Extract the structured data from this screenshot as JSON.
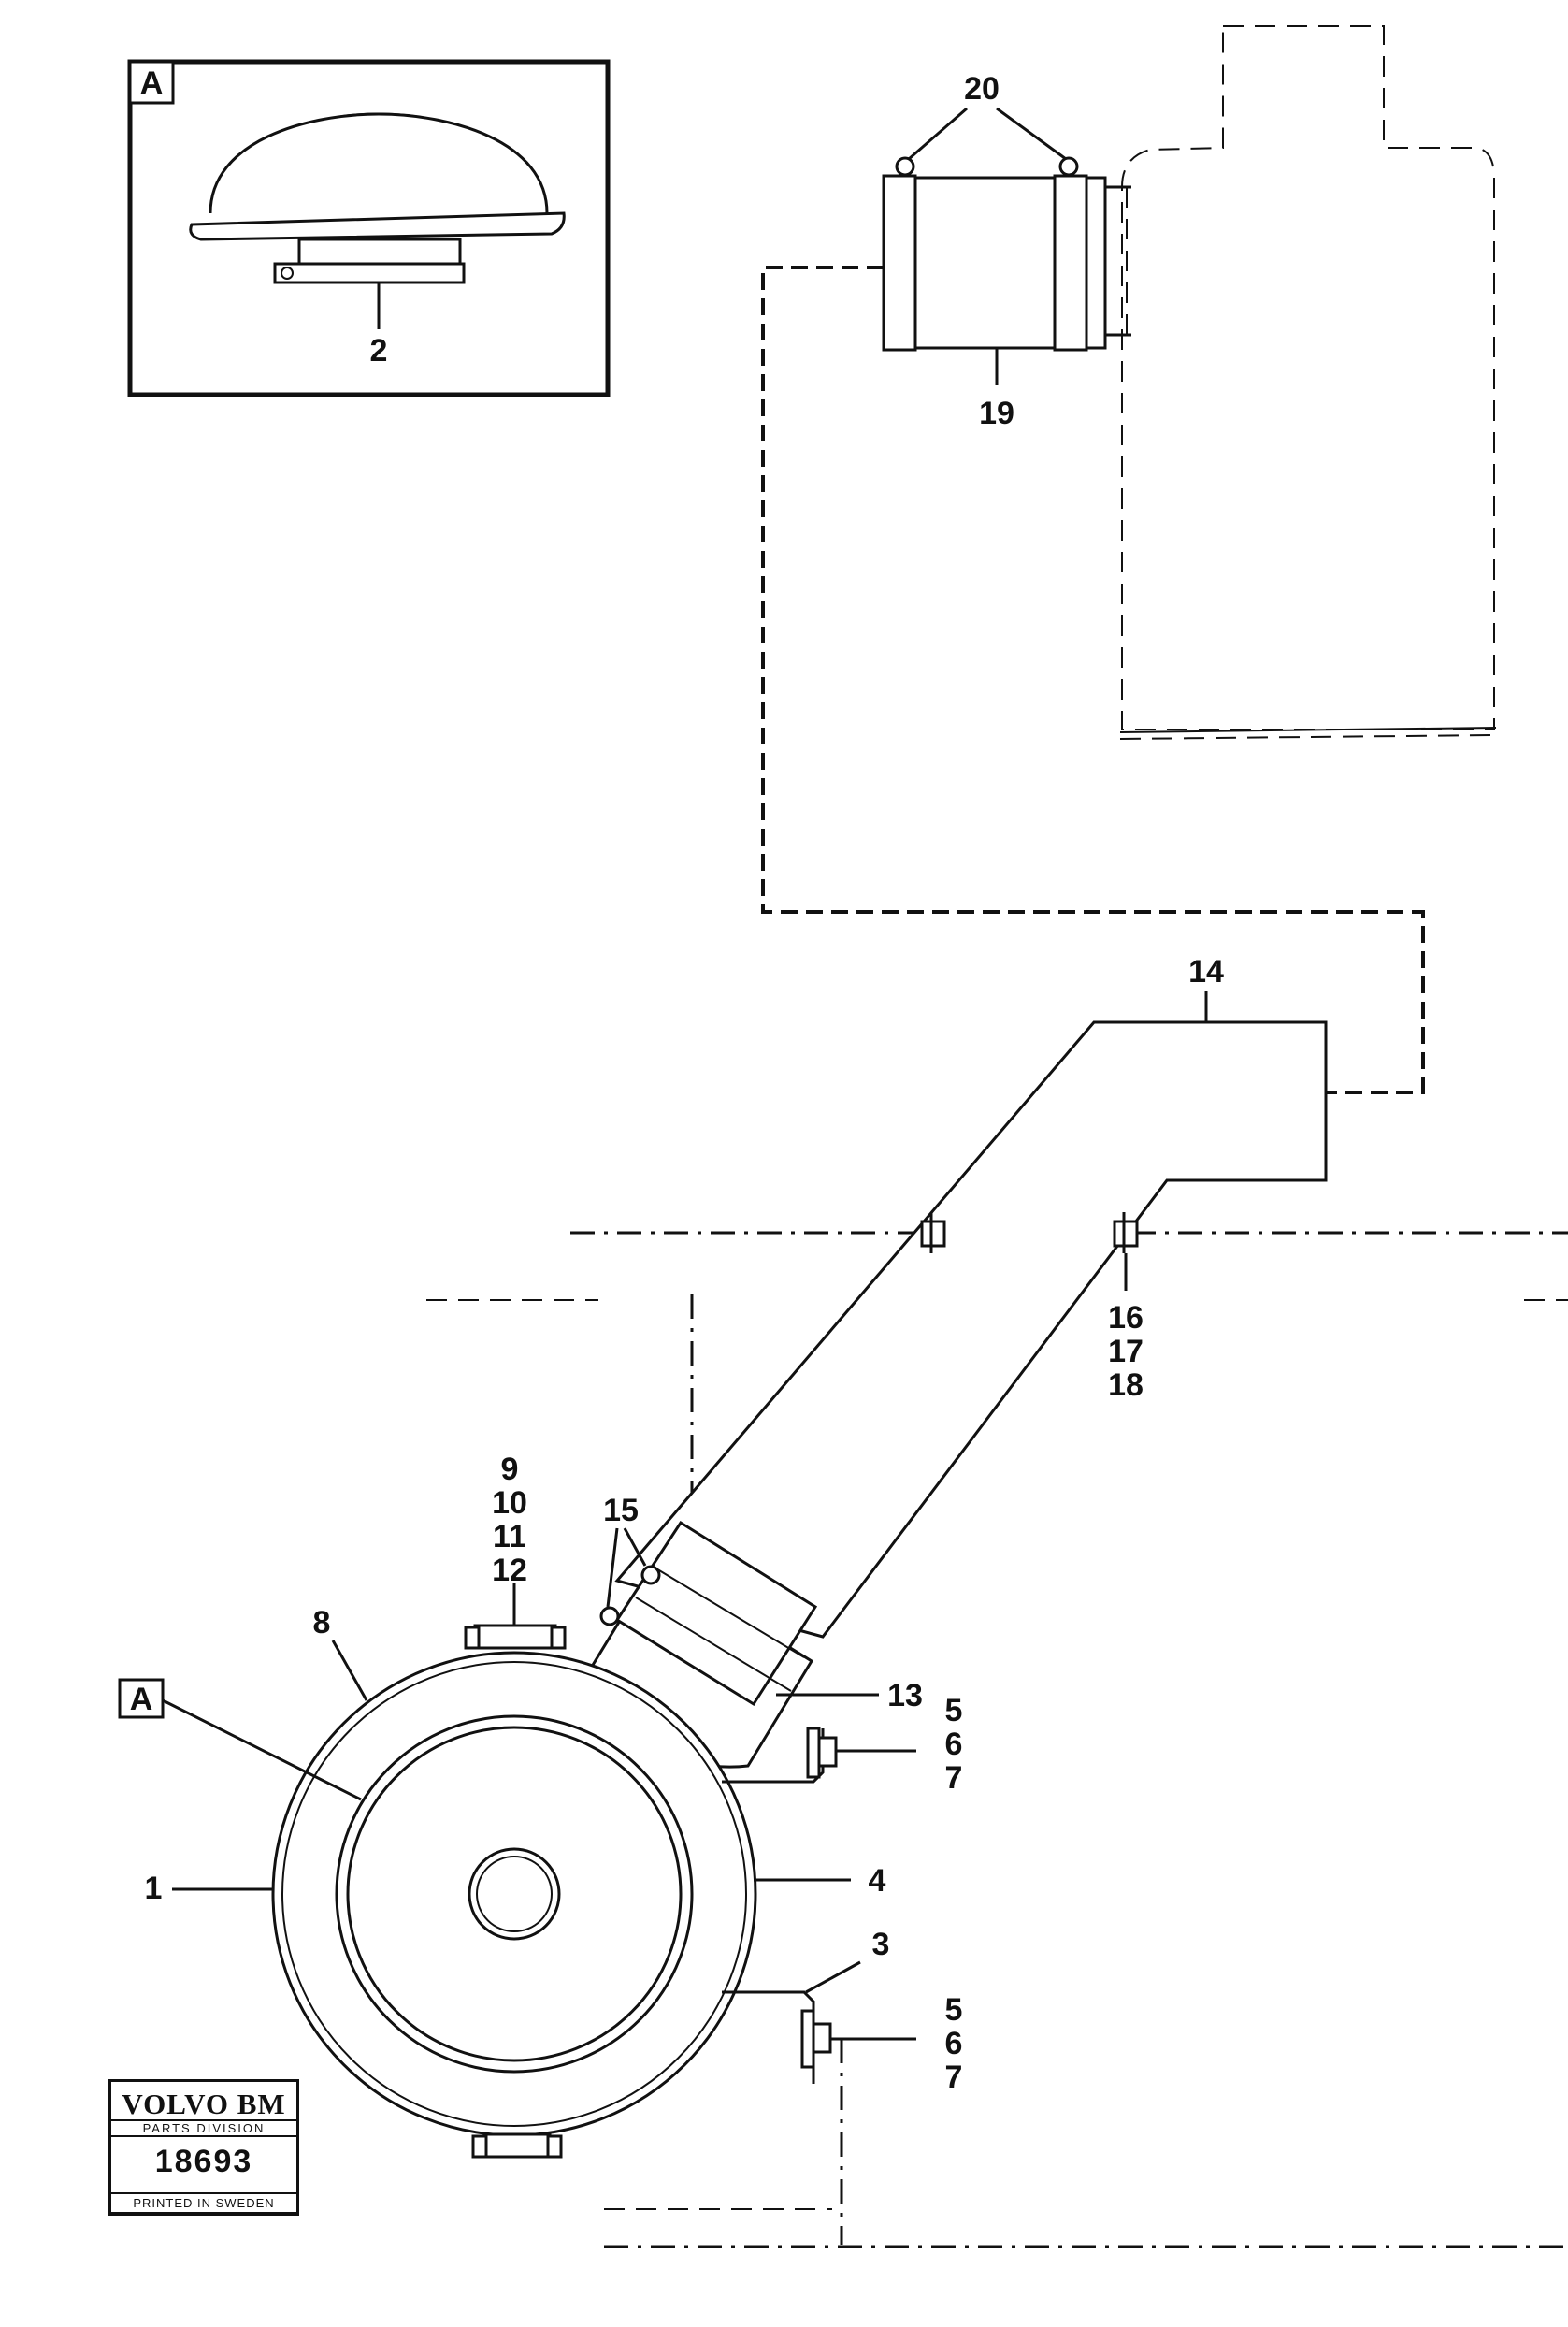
{
  "detail_view": {
    "tag": "A",
    "part_label": "2"
  },
  "callout_tag": "A",
  "labels": {
    "p1": "1",
    "p3": "3",
    "p4": "4",
    "p5a": "5",
    "p6a": "6",
    "p7a": "7",
    "p5b": "5",
    "p6b": "6",
    "p7b": "7",
    "p8": "8",
    "p9": "9",
    "p10": "10",
    "p11": "11",
    "p12": "12",
    "p13": "13",
    "p14": "14",
    "p15": "15",
    "p16": "16",
    "p17": "17",
    "p18": "18",
    "p19": "19",
    "p20": "20"
  },
  "stamp": {
    "brand": "VOLVO BM",
    "division": "PARTS DIVISION",
    "number": "18693",
    "footer": "PRINTED IN SWEDEN"
  }
}
